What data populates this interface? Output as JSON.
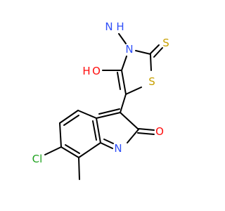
{
  "molecule": {
    "atoms": {
      "n_amino": {
        "text": "N",
        "color": "#3050f8"
      },
      "h2": {
        "text": "H",
        "color": "#3050f8"
      },
      "n_ring5": {
        "text": "N",
        "color": "#3050f8"
      },
      "thione_s": {
        "text": "S",
        "color": "#c8a000"
      },
      "hydroxy": {
        "text": "O",
        "color": "#ff0d0d"
      },
      "h_hydroxy": {
        "text": "H",
        "color": "#ff0d0d"
      },
      "ring_s": {
        "text": "S",
        "color": "#c8a000"
      },
      "carbonyl_o": {
        "text": "O",
        "color": "#ff0d0d"
      },
      "imine_n": {
        "text": "N",
        "color": "#3050f8"
      },
      "chlorine": {
        "text": "Cl",
        "color": "#1fa31f"
      }
    }
  }
}
